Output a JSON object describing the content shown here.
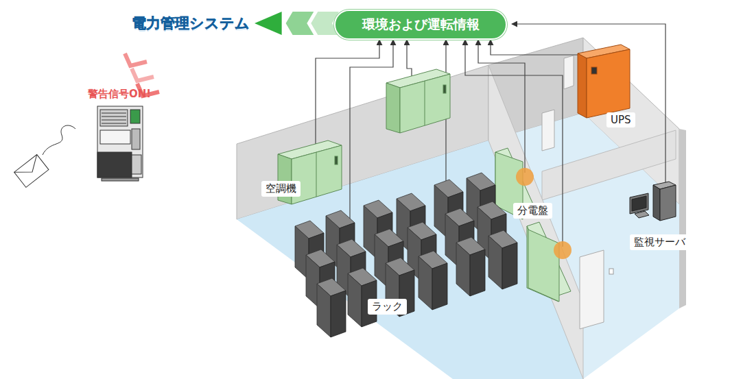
{
  "diagram": {
    "nodes": [
      {
        "text": [
          "電力管理システム"
        ]
      },
      {
        "text": [
          "環境および運転情報"
        ]
      }
    ],
    "edges": [
      {
        "from": 1,
        "to": 0,
        "arrow": "to"
      }
    ],
    "labels": [
      "警告信号ON!",
      "空調機",
      "分電盤",
      "UPS",
      "監視サーバ",
      "ラック"
    ]
  }
}
